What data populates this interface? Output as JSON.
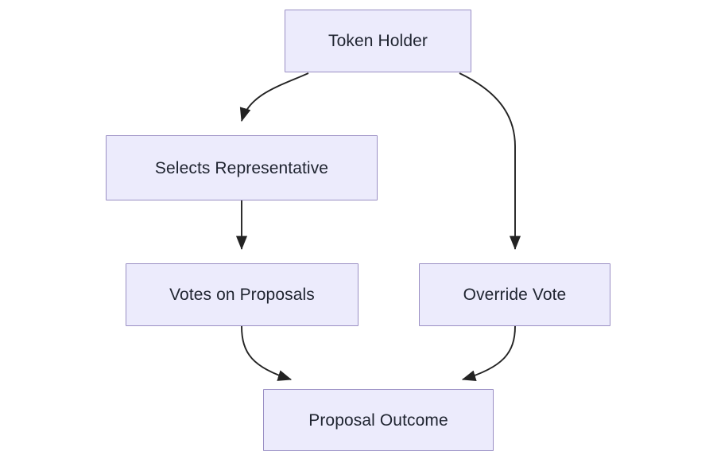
{
  "diagram": {
    "type": "flowchart",
    "direction": "top-down",
    "background_color": "#FFFFFF",
    "node_fill_color": "#ECEBFC",
    "node_border_color": "#9A8FC4",
    "node_text_color": "#1F2430",
    "edge_color": "#232323",
    "nodes": [
      {
        "id": "token-holder",
        "label": "Token Holder"
      },
      {
        "id": "selects-rep",
        "label": "Selects Representative"
      },
      {
        "id": "votes",
        "label": "Votes on Proposals"
      },
      {
        "id": "override",
        "label": "Override Vote"
      },
      {
        "id": "outcome",
        "label": "Proposal Outcome"
      }
    ],
    "edges": [
      {
        "from": "token-holder",
        "to": "selects-rep",
        "label": ""
      },
      {
        "from": "token-holder",
        "to": "override",
        "label": ""
      },
      {
        "from": "selects-rep",
        "to": "votes",
        "label": ""
      },
      {
        "from": "votes",
        "to": "outcome",
        "label": ""
      },
      {
        "from": "override",
        "to": "outcome",
        "label": ""
      }
    ]
  }
}
